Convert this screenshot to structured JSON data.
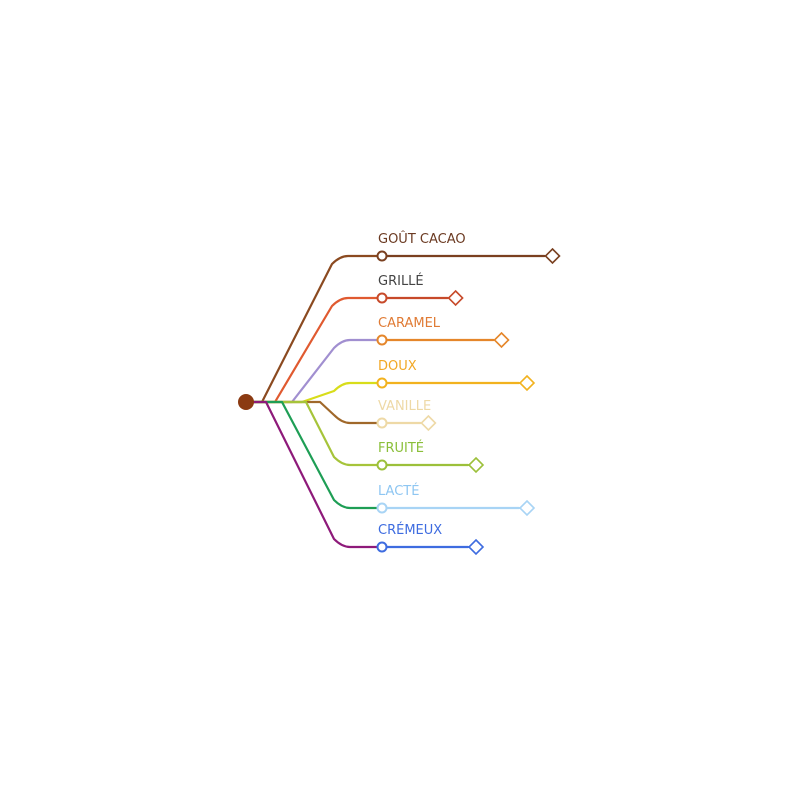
{
  "diagram": {
    "root": {
      "color": "#8B3A12"
    },
    "branches": [
      {
        "label": "GOÛT CACAO",
        "line_color": "#8B4A20",
        "node_color": "#7A4020",
        "text_color": "#6B3A22",
        "length": 0.85
      },
      {
        "label": "GRILLÉ",
        "line_color": "#E05A30",
        "node_color": "#C74A2A",
        "text_color": "#444444",
        "length": 0.28
      },
      {
        "label": "CARAMEL",
        "line_color": "#A18FD0",
        "node_color": "#E5862A",
        "text_color": "#E07B35",
        "length": 0.55
      },
      {
        "label": "DOUX",
        "line_color": "#D8DD1A",
        "node_color": "#F2B21E",
        "text_color": "#F2A825",
        "length": 0.7
      },
      {
        "label": "VANILLE",
        "line_color": "#A0682A",
        "node_color": "#EED9A6",
        "text_color": "#EED9A6",
        "length": 0.12
      },
      {
        "label": "FRUITÉ",
        "line_color": "#A6C43A",
        "node_color": "#9CC03A",
        "text_color": "#8BBF3A",
        "length": 0.4
      },
      {
        "label": "LACTÉ",
        "line_color": "#1E9E55",
        "node_color": "#A8D4F5",
        "text_color": "#8EC6F2",
        "length": 0.7
      },
      {
        "label": "CRÉMEUX",
        "line_color": "#8E1A7A",
        "node_color": "#3E6CE0",
        "text_color": "#3E6CE0",
        "length": 0.4
      }
    ]
  }
}
